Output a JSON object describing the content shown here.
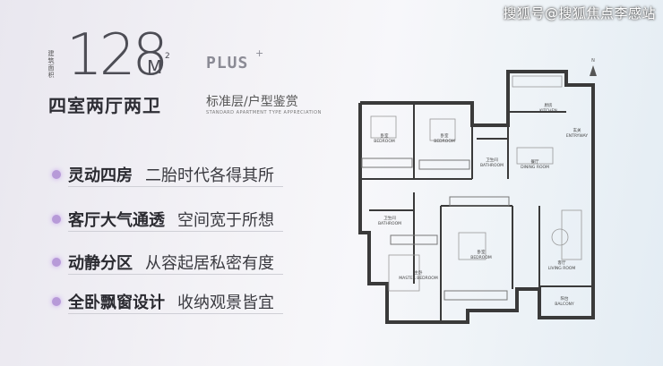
{
  "watermark": "搜狐号@搜狐焦点李感站",
  "area": {
    "label": "建筑面积",
    "number": "128",
    "unit": "M",
    "sup": "2"
  },
  "plus": {
    "text": "PLUS",
    "sup": "+"
  },
  "layout_title": "四室两厅两卫",
  "subtitle": "标准层/户型鉴赏",
  "subtitle_en": "STANDARD APARTMENT TYPE APPRECIATION",
  "features": [
    {
      "title": "灵动四房",
      "desc": "二胎时代各得其所"
    },
    {
      "title": "客厅大气通透",
      "desc": "空间宽于所想"
    },
    {
      "title": "动静分区",
      "desc": "从容起居私密有度"
    },
    {
      "title": "全卧飘窗设计",
      "desc": "收纳观景皆宜"
    }
  ],
  "plan": {
    "north": "N",
    "rooms": [
      {
        "cn": "卧室",
        "en": "BEDROOM"
      },
      {
        "cn": "卧室",
        "en": "BEDROOM"
      },
      {
        "cn": "厨房",
        "en": "KITCHEN"
      },
      {
        "cn": "玄关",
        "en": "ENTRYWAY"
      },
      {
        "cn": "卫生间",
        "en": "BATHROOM"
      },
      {
        "cn": "餐厅",
        "en": "DINING ROOM"
      },
      {
        "cn": "卫生间",
        "en": "BATHROOM"
      },
      {
        "cn": "卧室",
        "en": "BEDROOM"
      },
      {
        "cn": "主卧",
        "en": "MASTER BEDROOM"
      },
      {
        "cn": "客厅",
        "en": "LIVING ROOM"
      },
      {
        "cn": "阳台",
        "en": "BALCONY"
      }
    ]
  }
}
